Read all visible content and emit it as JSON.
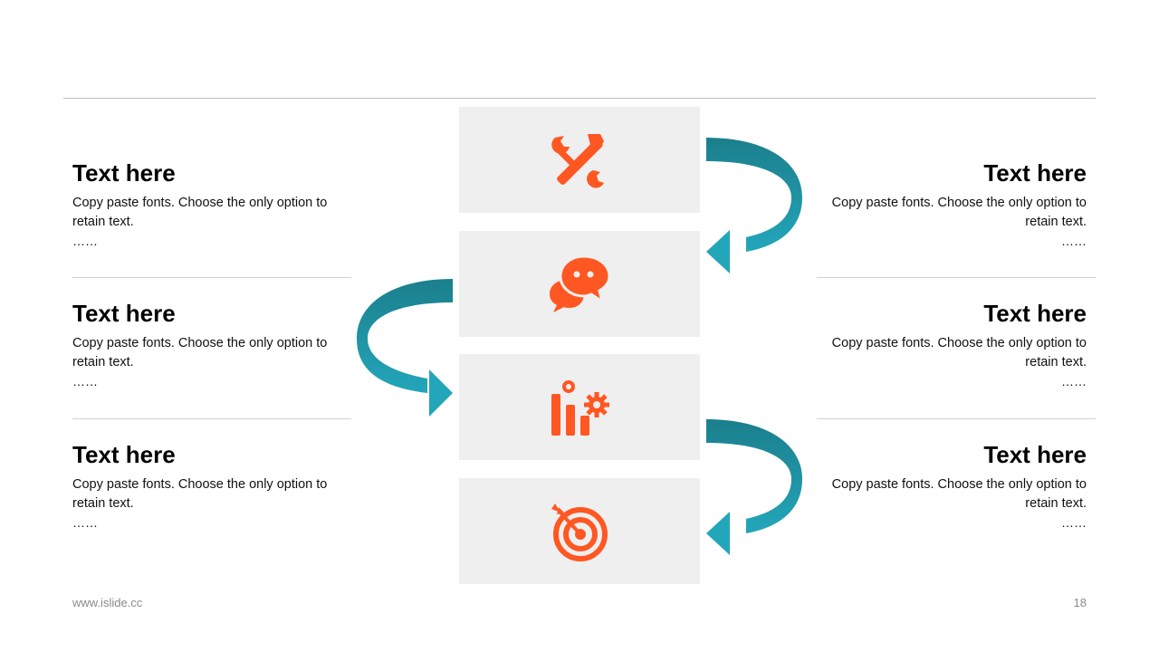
{
  "colors": {
    "accent": "#FF5722",
    "arrow_dark": "#1B7F8C",
    "arrow_light": "#23A6BA",
    "tile_bg": "#EFEFEF"
  },
  "steps": [
    {
      "icon": "tools-icon"
    },
    {
      "icon": "chat-bubbles-icon"
    },
    {
      "icon": "chart-gears-icon"
    },
    {
      "icon": "target-icon"
    }
  ],
  "left_items": [
    {
      "title": "Text here",
      "body": "Copy paste fonts. Choose the only option to retain text.",
      "dots": "……"
    },
    {
      "title": "Text here",
      "body": "Copy paste fonts. Choose the only option to retain text.",
      "dots": "……"
    },
    {
      "title": "Text here",
      "body": "Copy paste fonts. Choose the only option to retain text.",
      "dots": "……"
    }
  ],
  "right_items": [
    {
      "title": "Text here",
      "body": "Copy paste fonts. Choose the only option to retain text.",
      "dots": "……"
    },
    {
      "title": "Text here",
      "body": "Copy paste fonts. Choose the only option to retain text.",
      "dots": "……"
    },
    {
      "title": "Text here",
      "body": "Copy paste fonts. Choose the only option to retain text.",
      "dots": "……"
    }
  ],
  "footer": {
    "site": "www.islide.cc",
    "page": "18"
  }
}
